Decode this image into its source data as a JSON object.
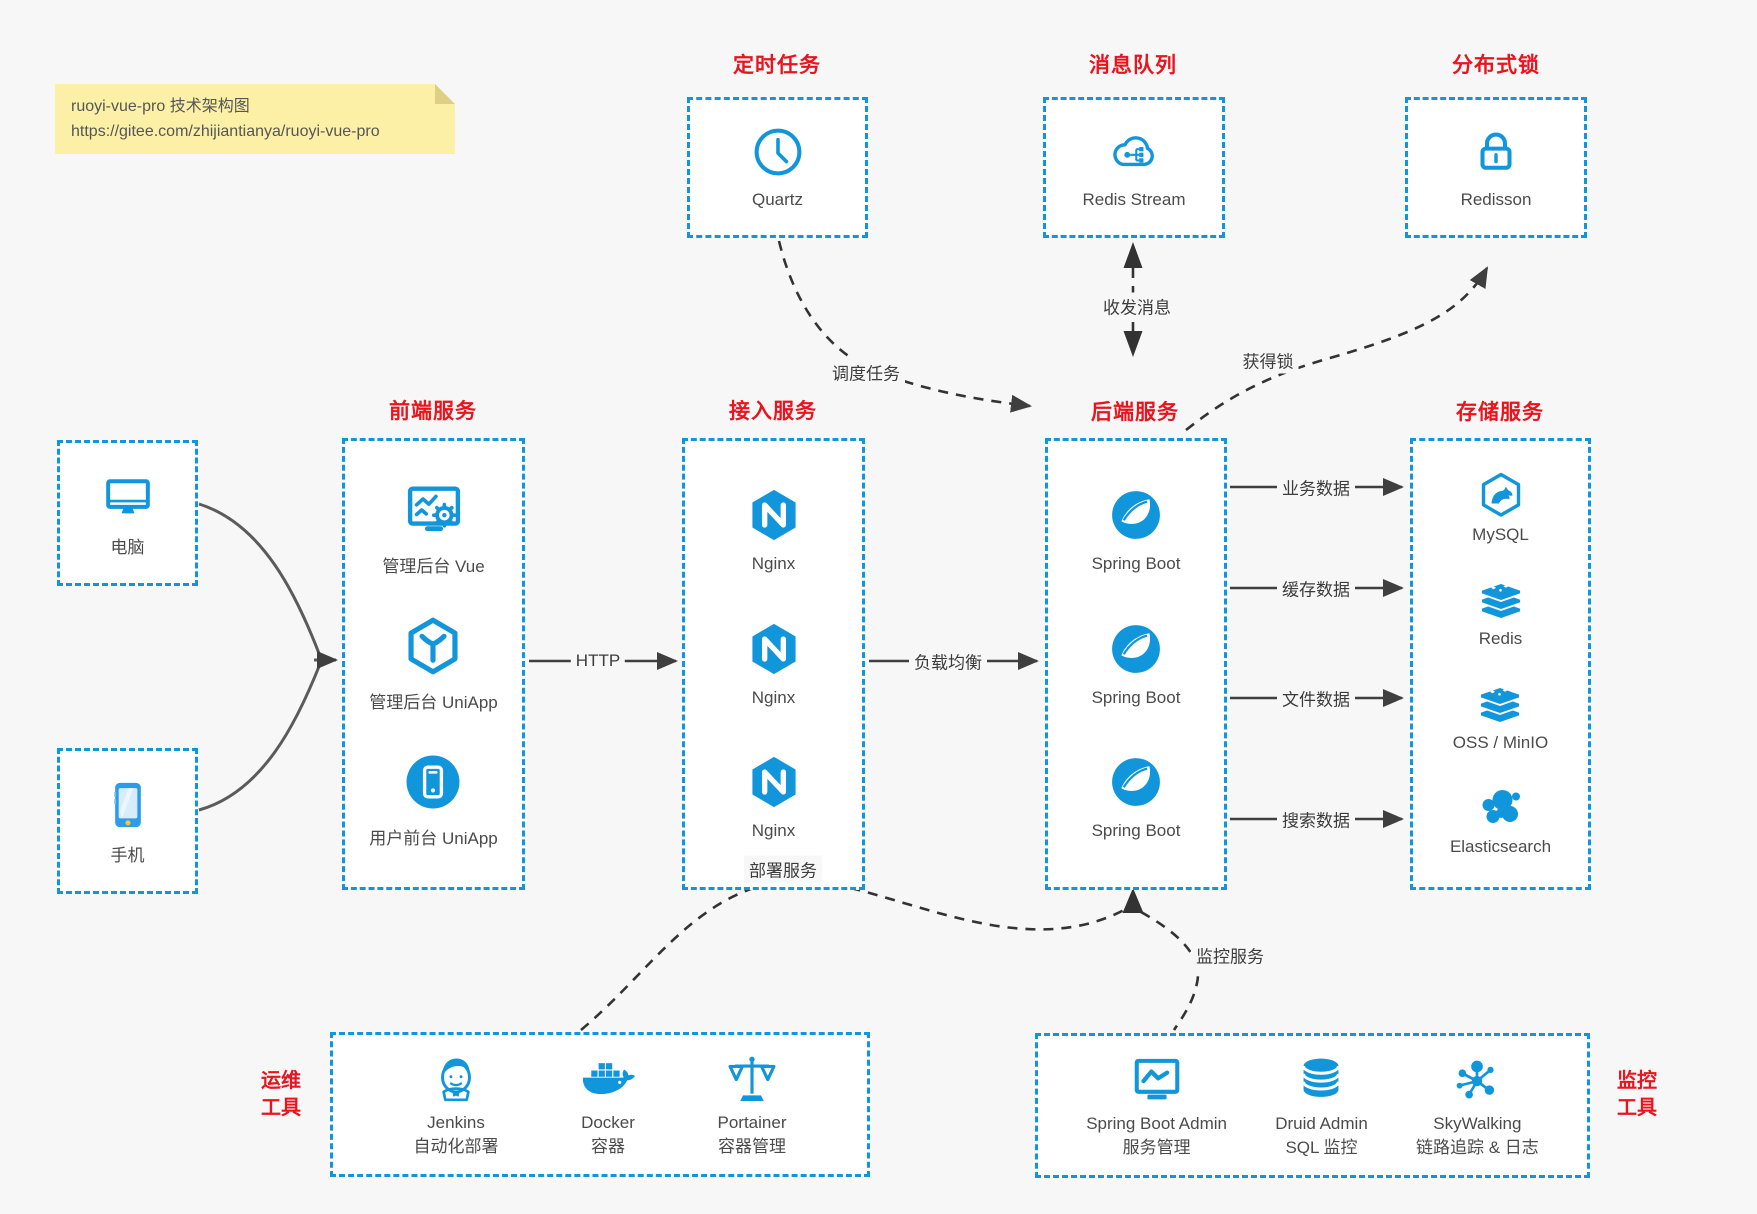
{
  "note": {
    "line1": "ruoyi-vue-pro 技术架构图",
    "line2": "https://gitee.com/zhijiantianya/ruoyi-vue-pro"
  },
  "colors": {
    "accent_blue": "#1296db",
    "title_red": "#e9141d",
    "line_dark": "#3f3f3f",
    "note_yellow": "#fbf0a6"
  },
  "groups": {
    "scheduler": {
      "title": "定时任务",
      "item": "Quartz"
    },
    "mq": {
      "title": "消息队列",
      "item": "Redis Stream"
    },
    "lock": {
      "title": "分布式锁",
      "item": "Redisson"
    },
    "clients": {
      "computer": "电脑",
      "phone": "手机"
    },
    "frontend": {
      "title": "前端服务",
      "items": [
        "管理后台 Vue",
        "管理后台 UniApp",
        "用户前台 UniApp"
      ]
    },
    "access": {
      "title": "接入服务",
      "items": [
        "Nginx",
        "Nginx",
        "Nginx"
      ]
    },
    "backend": {
      "title": "后端服务",
      "items": [
        "Spring Boot",
        "Spring Boot",
        "Spring Boot"
      ]
    },
    "storage": {
      "title": "存储服务",
      "items": [
        "MySQL",
        "Redis",
        "OSS / MinIO",
        "Elasticsearch"
      ]
    },
    "ops": {
      "title": [
        "运维",
        "工具"
      ],
      "items": [
        {
          "name": "Jenkins",
          "desc": "自动化部署"
        },
        {
          "name": "Docker",
          "desc": "容器"
        },
        {
          "name": "Portainer",
          "desc": "容器管理"
        }
      ]
    },
    "monitoring": {
      "title": [
        "监控",
        "工具"
      ],
      "items": [
        {
          "name": "Spring Boot Admin",
          "desc": "服务管理"
        },
        {
          "name": "Druid Admin",
          "desc": "SQL 监控"
        },
        {
          "name": "SkyWalking",
          "desc": "链路追踪 & 日志"
        }
      ]
    }
  },
  "edges": {
    "http": "HTTP",
    "load_balance": "负载均衡",
    "business_data": "业务数据",
    "cache_data": "缓存数据",
    "file_data": "文件数据",
    "search_data": "搜索数据",
    "schedule_task": "调度任务",
    "send_receive": "收发消息",
    "acquire_lock": "获得锁",
    "deploy_service": "部署服务",
    "monitor_service": "监控服务"
  }
}
